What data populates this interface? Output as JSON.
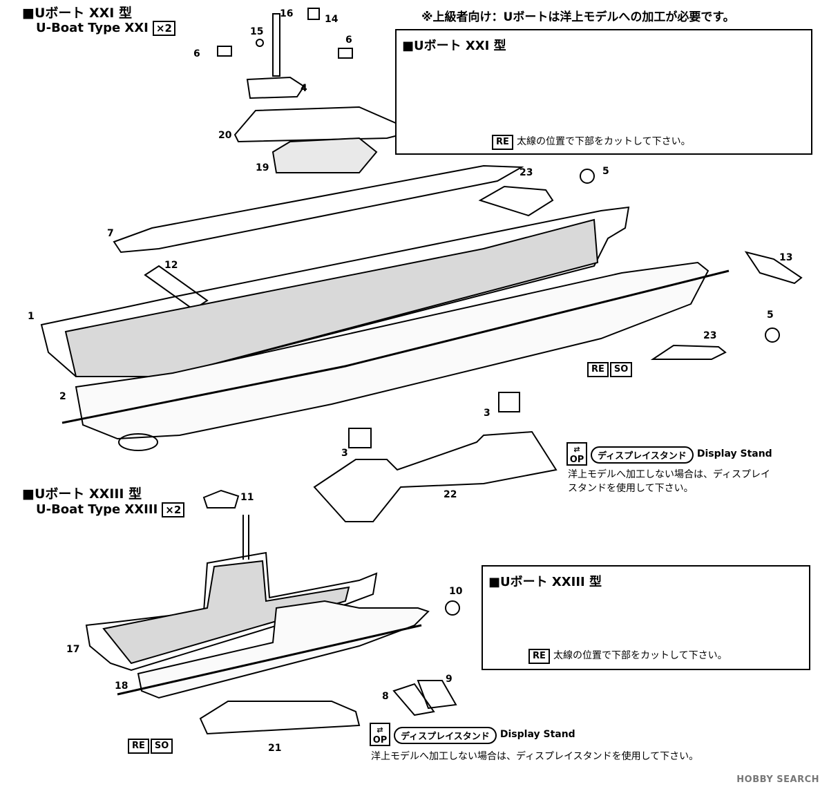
{
  "top_note": "※上級者向け：Uボートは洋上モデルへの加工が必要です。",
  "sections": {
    "xxi": {
      "title_jp": "■Uボート XXI 型",
      "title_en": "U-Boat Type XXI",
      "count": "×2"
    },
    "xxiii": {
      "title_jp": "■Uボート XXIII 型",
      "title_en": "U-Boat Type XXIII",
      "count": "×2"
    }
  },
  "panels": {
    "xxi": {
      "title": "■Uボート XXI 型",
      "tag": "RE",
      "instruction": "太線の位置で下部をカットして下さい。"
    },
    "xxiii": {
      "title": "■Uボート XXIII 型",
      "tag": "RE",
      "instruction": "太線の位置で下部をカットして下さい。"
    }
  },
  "display_stand": {
    "op_label": "OP",
    "pill_jp": "ディスプレイスタンド",
    "label_en": "Display Stand",
    "note_xxi_line1": "洋上モデルへ加工しない場合は、ディスプレイ",
    "note_xxi_line2": "スタンドを使用して下さい。",
    "note_xxiii": "洋上モデルへ加工しない場合は、ディスプレイスタンドを使用して下さい。"
  },
  "tags": {
    "re": "RE",
    "so": "SO"
  },
  "part_numbers": {
    "p1": "1",
    "p2": "2",
    "p3a": "3",
    "p3b": "3",
    "p4": "4",
    "p5a": "5",
    "p5b": "5",
    "p6a": "6",
    "p6b": "6",
    "p7": "7",
    "p8": "8",
    "p9": "9",
    "p10": "10",
    "p11": "11",
    "p12": "12",
    "p13": "13",
    "p14": "14",
    "p15": "15",
    "p16": "16",
    "p17": "17",
    "p18": "18",
    "p19": "19",
    "p20": "20",
    "p21": "21",
    "p22": "22",
    "p23a": "23",
    "p23b": "23"
  },
  "watermark": "HOBBY SEARCH"
}
